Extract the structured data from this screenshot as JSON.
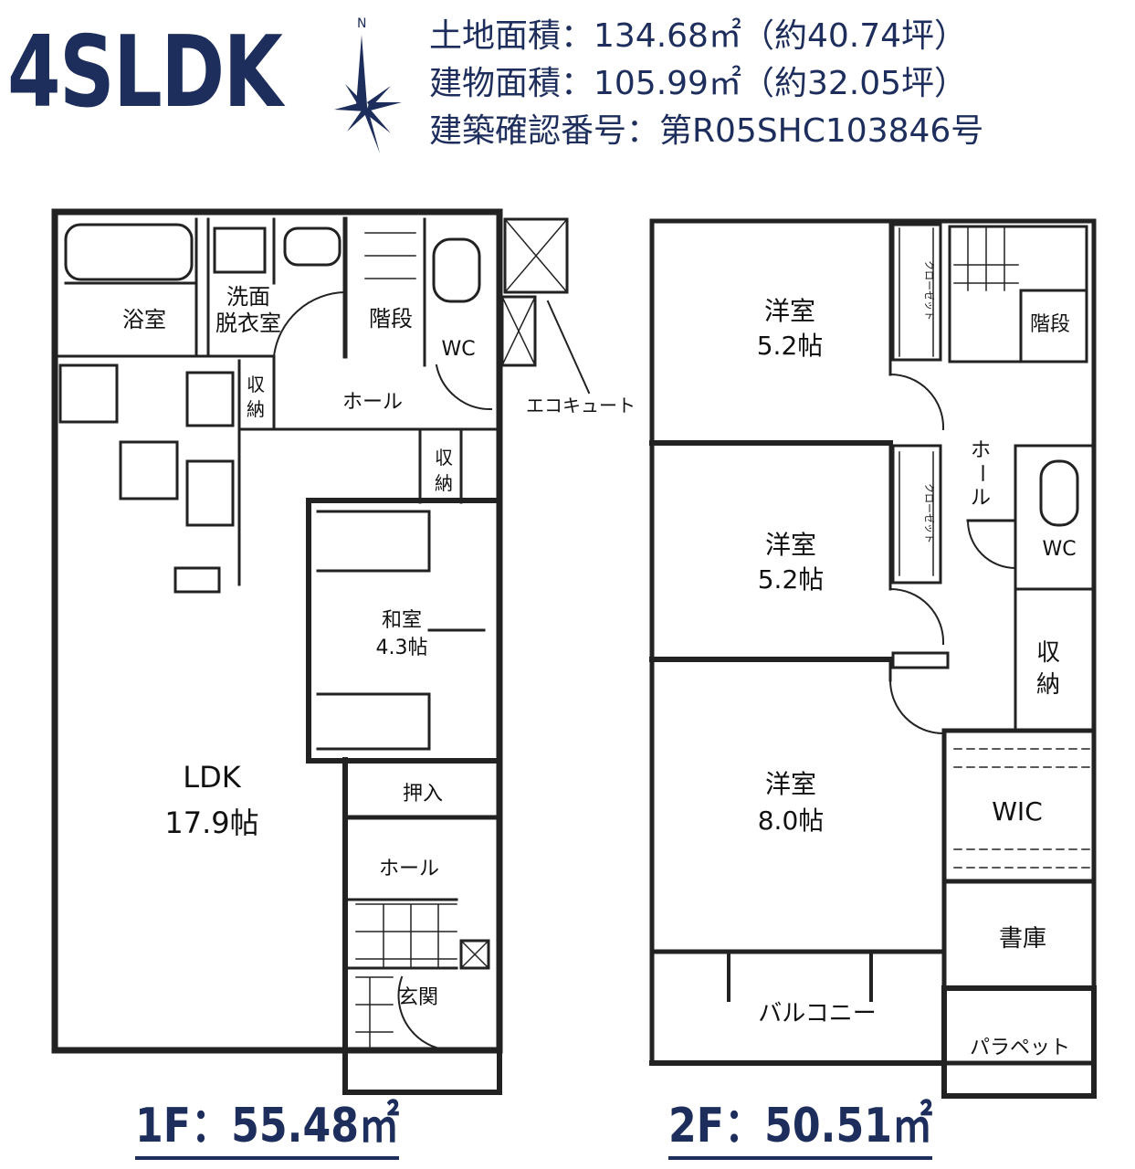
{
  "title": "4SLDK",
  "compass": {
    "north_label": "N"
  },
  "info": {
    "land_area": "土地面積：134.68㎡（約40.74坪）",
    "building_area": "建物面積：105.99㎡（約32.05坪）",
    "confirmation_no": "建築確認番号：第R05SHC103846号"
  },
  "floor1": {
    "area_label": "1F：55.48㎡",
    "rooms": {
      "bath": "浴室",
      "washroom_1": "洗面",
      "washroom_2": "脱衣室",
      "stairs": "階段",
      "wc": "WC",
      "storage_1a": "収",
      "storage_1b": "納",
      "hall": "ホール",
      "storage_2a": "収",
      "storage_2b": "納",
      "ecocute": "エコキュート",
      "japanese_room": "和室",
      "japanese_room_size": "4.3帖",
      "ldk": "LDK",
      "ldk_size": "17.9帖",
      "closet": "押入",
      "hall_2": "ホール",
      "entrance": "玄関"
    }
  },
  "floor2": {
    "area_label": "2F：50.51㎡",
    "rooms": {
      "room_1": "洋室",
      "room_1_size": "5.2帖",
      "closet_1": "クローゼット",
      "stairs": "階段",
      "hall_1": "ホ",
      "hall_2": "ー",
      "hall_3": "ル",
      "wc": "WC",
      "room_2": "洋室",
      "room_2_size": "5.2帖",
      "closet_2": "クローゼット",
      "storage_a": "収",
      "storage_b": "納",
      "room_3": "洋室",
      "room_3_size": "8.0帖",
      "wic": "WIC",
      "library": "書庫",
      "balcony": "バルコニー",
      "parapet": "パラペット"
    }
  },
  "colors": {
    "accent": "#1d2d5c",
    "wall": "#222222"
  }
}
